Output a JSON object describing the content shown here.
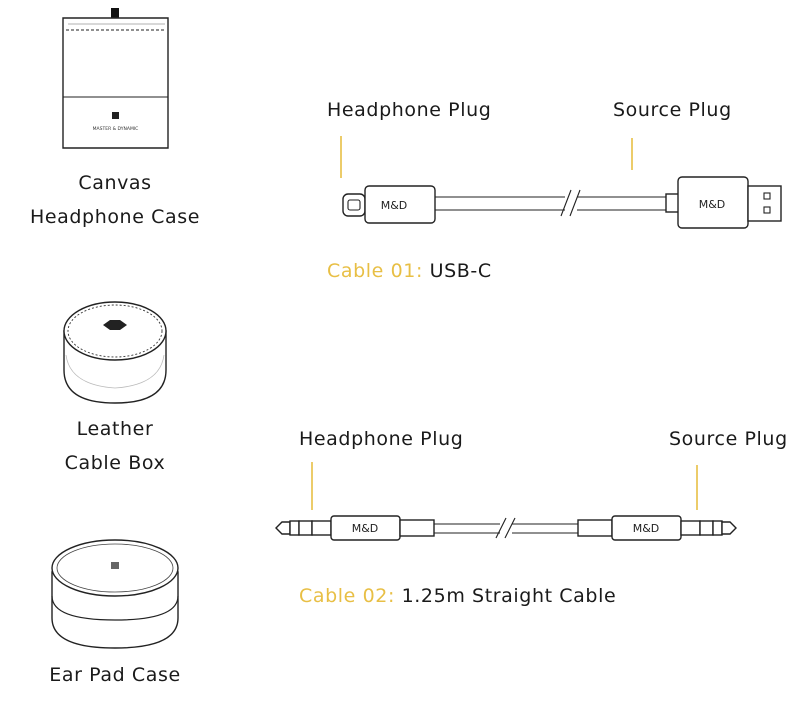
{
  "accessories": [
    {
      "line1": "Canvas",
      "line2": "Headphone Case"
    },
    {
      "line1": "Leather",
      "line2": "Cable Box"
    },
    {
      "line1": "Ear Pad Case",
      "line2": ""
    }
  ],
  "cables": [
    {
      "headphone_plug_label": "Headphone Plug",
      "source_plug_label": "Source Plug",
      "name_prefix": "Cable 01:",
      "name": "USB-C",
      "plug_text": "M&D"
    },
    {
      "headphone_plug_label": "Headphone Plug",
      "source_plug_label": "Source Plug",
      "name_prefix": "Cable 02:",
      "name": "1.25m Straight Cable",
      "plug_text": "M&D"
    }
  ],
  "logo_text": "MASTER & DYNAMIC",
  "colors": {
    "accent": "#e8bf45",
    "line": "#222222"
  }
}
